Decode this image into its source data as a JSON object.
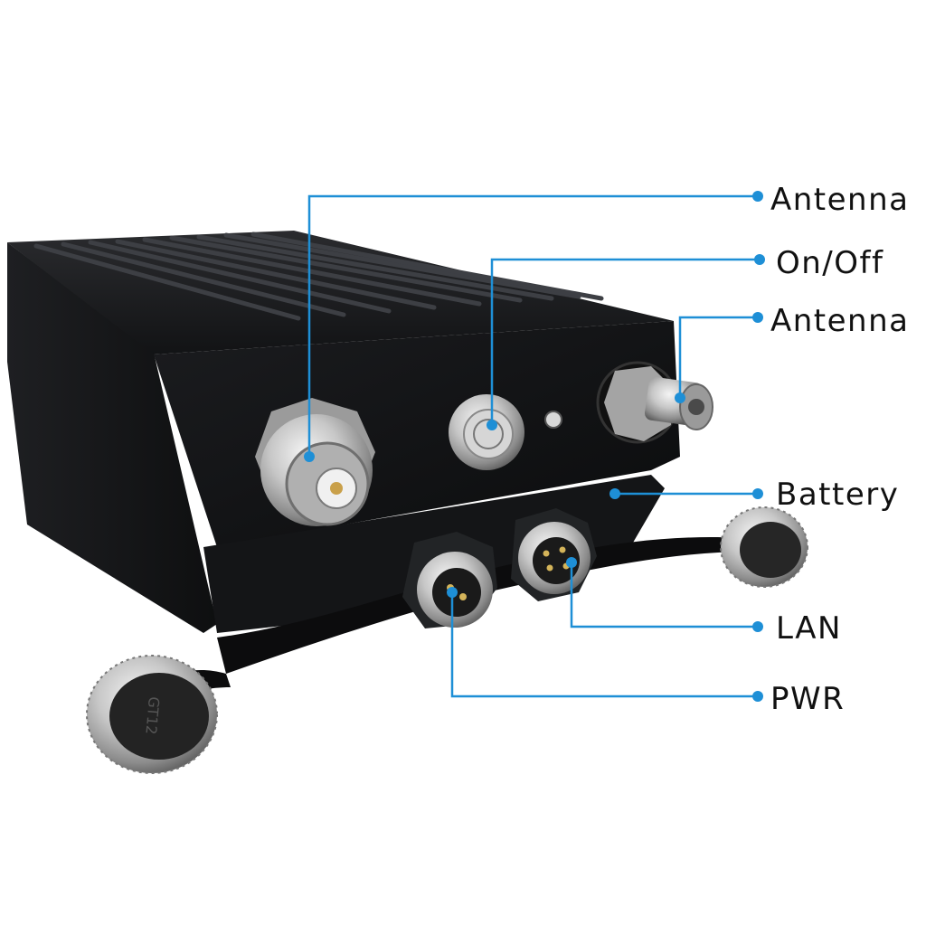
{
  "callouts": {
    "antenna_left": "Antenna",
    "on_off": "On/Off",
    "antenna_right": "Antenna",
    "battery": "Battery",
    "lan": "LAN",
    "pwr": "PWR"
  },
  "cap_marking": "GT12",
  "colors": {
    "leader_line": "#1e8fd6",
    "body": "#0f1012",
    "metal": "#c9c9c9",
    "background": "#ffffff",
    "label_text": "#111111"
  },
  "icons": [
    "antenna-connector",
    "power-switch",
    "led-indicator",
    "aviation-plug",
    "dust-cap"
  ]
}
